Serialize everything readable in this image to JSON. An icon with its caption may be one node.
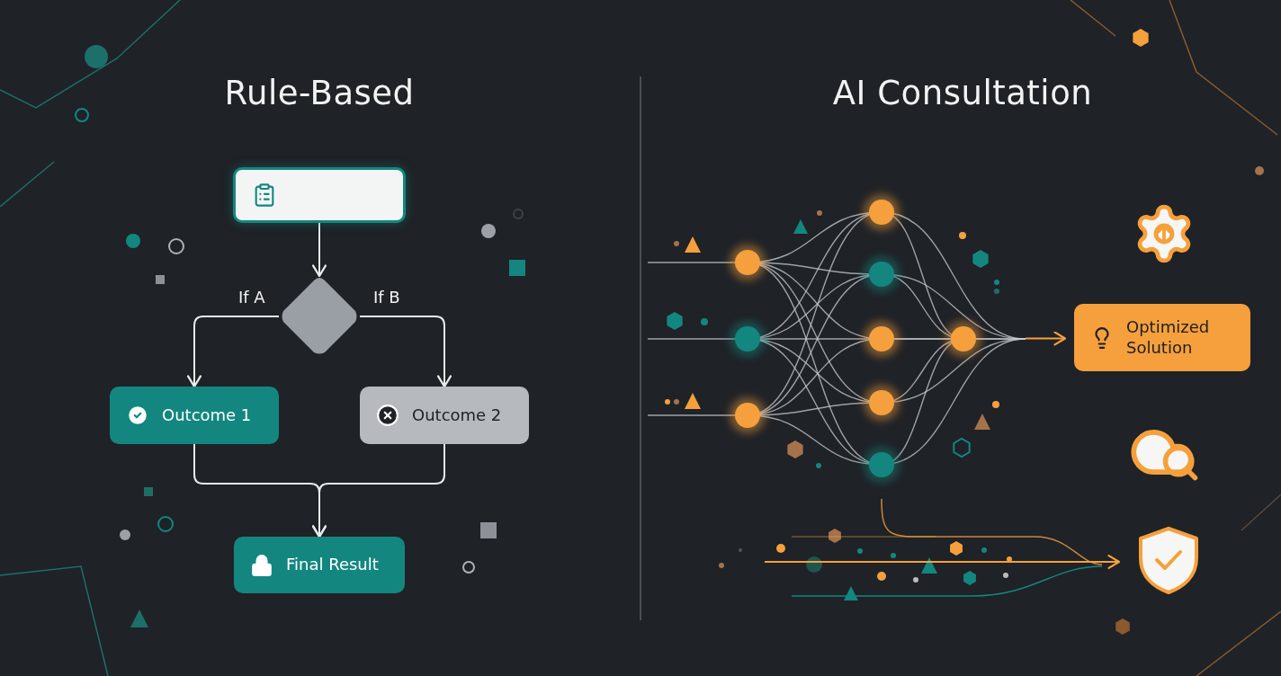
{
  "diagram": {
    "nodes": [
      {
        "text": [],
        "shape": "box"
      },
      {
        "text": [],
        "shape": "diamond"
      },
      {
        "text": [
          "Outcome 1"
        ]
      },
      {
        "text": [
          "Outcome 2"
        ]
      },
      {
        "text": [
          "Final Result"
        ]
      },
      {
        "text": [],
        "shape": "picture"
      },
      {
        "text": [
          "Optimized Solution"
        ]
      },
      {
        "text": [],
        "shape": "picture"
      }
    ],
    "edges": [
      {
        "from": 0,
        "to": 1,
        "arrow": "to"
      },
      {
        "from": 1,
        "to": 2,
        "arrow": "to",
        "label": "If A"
      },
      {
        "from": 1,
        "to": 3,
        "arrow": "to",
        "label": "If B"
      },
      {
        "from": 2,
        "to": 4,
        "arrow": "to"
      },
      {
        "from": 3,
        "to": 4,
        "arrow": "to"
      },
      {
        "from": 5,
        "to": 6,
        "arrow": "to",
        "color": "#f5a03c"
      },
      {
        "from": null,
        "to": 7,
        "arrow": "to",
        "color": "#f5a03c"
      }
    ],
    "labels": [
      "Rule-Based",
      "AI Consultation"
    ]
  }
}
